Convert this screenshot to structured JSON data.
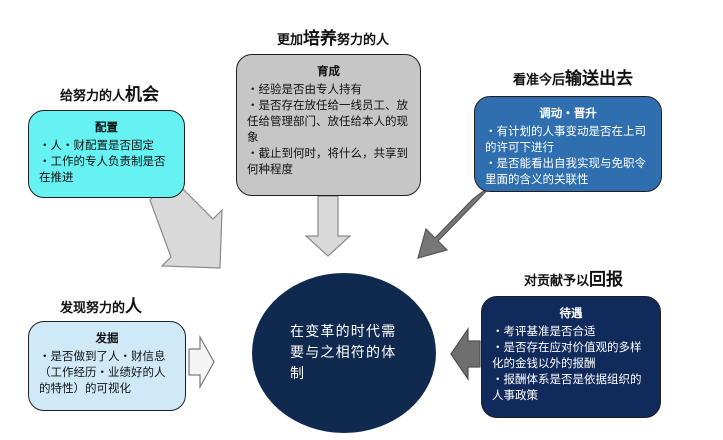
{
  "colors": {
    "cyan": "#66f2f2",
    "gray": "#c6c6c6",
    "steel_blue": "#2f6fb0",
    "light_blue": "#cfe9f8",
    "navy": "#102a5c",
    "center_fill": "#10294f",
    "arrow_light": "#d9d9d9",
    "arrow_dark": "#777777"
  },
  "sections": {
    "opportunity": {
      "heading_pre": "给努力的人",
      "heading_big": "机会",
      "title": "配置",
      "bullets": [
        "・人・财配置是否固定",
        "・工作的专人负责制是否在推进"
      ]
    },
    "training": {
      "heading_pre": "更加",
      "heading_big": "培养",
      "heading_post": "努力的人",
      "title": "育成",
      "bullets": [
        "・经验是否由专人持有",
        "・是否存在放任给一线员工、放任给管理部门、放任给本人的现象",
        "・截止到何时，将什么，共享到何种程度"
      ]
    },
    "transfer": {
      "heading_pre": "看准今后",
      "heading_big": "输送出去",
      "title": "调动・晋升",
      "bullets": [
        "・有计划的人事变动是否在上司的许可下进行",
        "・是否能看出自我实现与免职令里面的含义的关联性"
      ]
    },
    "discover": {
      "heading_pre": "发现努力的",
      "heading_big": "人",
      "title": "发掘",
      "bullets": [
        "・是否做到了人・财信息（工作经历・业绩好的人的特性）的可视化"
      ]
    },
    "reward": {
      "heading_pre": "对贡献予以",
      "heading_big": "回报",
      "title": "待遇",
      "bullets": [
        "・考评基准是否合适",
        "・是否存在应对价值观的多样化的金钱以外的报酬",
        "・报酬体系是否是依据组织的人事政策"
      ]
    }
  },
  "center": {
    "text": "在变革的时代需要与之相符的体制"
  }
}
